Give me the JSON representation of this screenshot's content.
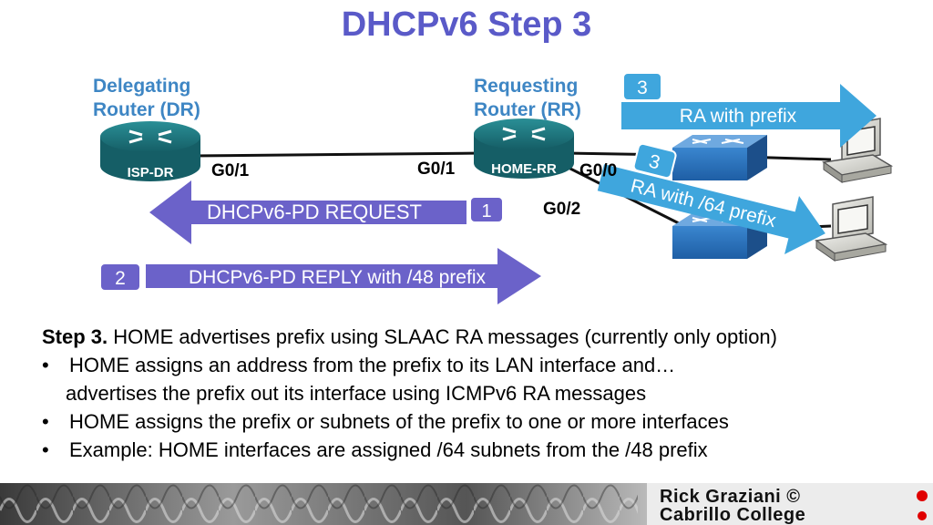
{
  "title": "DHCPv6 Step 3",
  "delegating_router": {
    "label_line1": "Delegating",
    "label_line2": "Router (DR)",
    "device_name": "ISP-DR",
    "interface": "G0/1"
  },
  "requesting_router": {
    "label_line1": "Requesting",
    "label_line2": "Router (RR)",
    "device_name": "HOME-RR",
    "iface_g01": "G0/1",
    "iface_g00": "G0/0",
    "iface_g02": "G0/2"
  },
  "messages": {
    "step1": {
      "number": "1",
      "text": "DHCPv6-PD REQUEST"
    },
    "step2": {
      "number": "2",
      "text": "DHCPv6-PD REPLY with /48 prefix"
    },
    "step3a": {
      "number": "3",
      "text": "RA with prefix"
    },
    "step3b": {
      "number": "3",
      "text": "RA with /64 prefix"
    }
  },
  "body": {
    "heading_bold": "Step 3.",
    "heading_rest": " HOME advertises prefix using SLAAC RA messages (currently only option)",
    "bullets": [
      {
        "line1": "HOME assigns an address from the prefix to its LAN interface and…",
        "line2": "advertises the prefix out its interface using ICMPv6 RA messages"
      },
      {
        "line1": "HOME assigns the prefix or subnets of the prefix to one or more interfaces"
      },
      {
        "line1": "Example: HOME interfaces are assigned /64 subnets from the /48 prefix"
      }
    ]
  },
  "footer": {
    "line1": "Rick Graziani ©",
    "line2": "Cabrillo College"
  },
  "colors": {
    "title": "#5a5ac8",
    "router_label": "#3e86c4",
    "request_arrow": "#6b62c9",
    "reply_arrow": "#6b62c9",
    "ra_arrow": "#3fa6dd",
    "router": "#1f7f86",
    "switch": "#2f6fb3"
  }
}
